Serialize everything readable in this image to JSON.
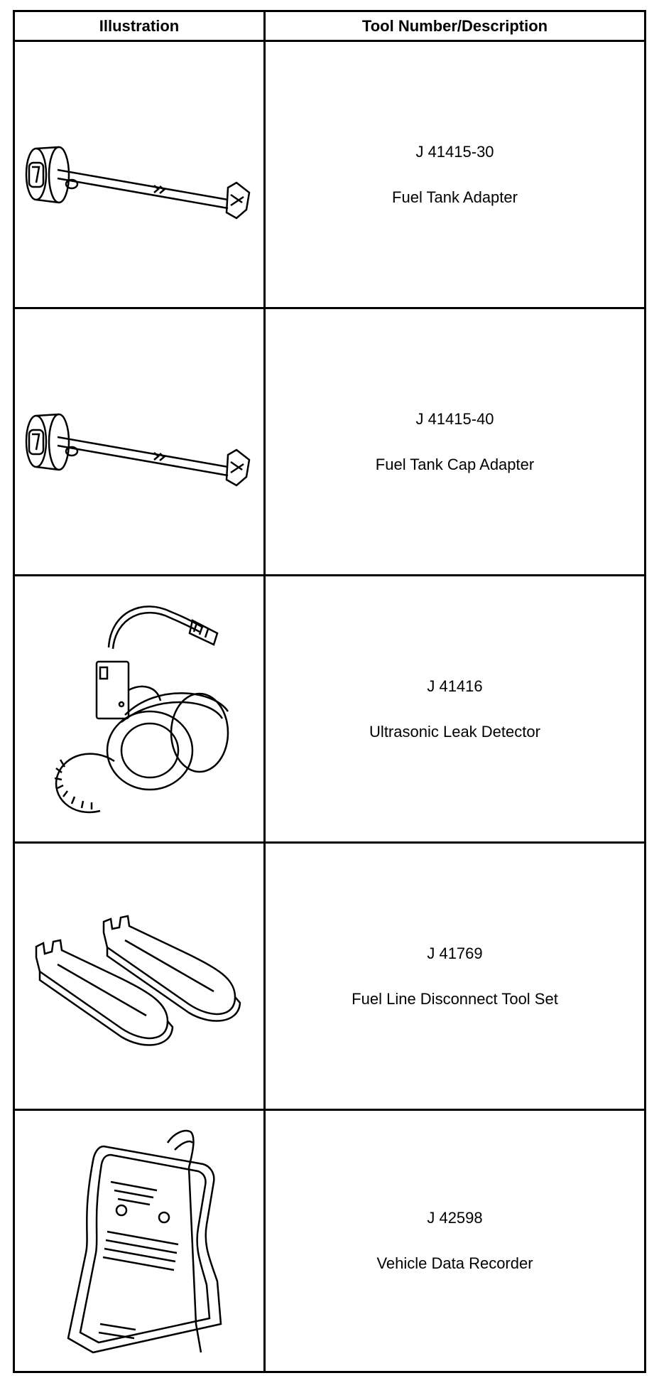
{
  "table": {
    "headers": {
      "illustration": "Illustration",
      "tool": "Tool Number/Description"
    },
    "rows": [
      {
        "icon": "fuel-tank-adapter-illustration",
        "number": "J 41415-30",
        "description": "Fuel Tank Adapter"
      },
      {
        "icon": "fuel-tank-cap-adapter-illustration",
        "number": "J 41415-40",
        "description": "Fuel Tank Cap Adapter"
      },
      {
        "icon": "ultrasonic-leak-detector-illustration",
        "number": "J 41416",
        "description": "Ultrasonic Leak Detector"
      },
      {
        "icon": "fuel-line-disconnect-tool-illustration",
        "number": "J 41769",
        "description": "Fuel Line Disconnect Tool Set"
      },
      {
        "icon": "vehicle-data-recorder-illustration",
        "number": "J 42598",
        "description": "Vehicle Data Recorder"
      }
    ]
  }
}
